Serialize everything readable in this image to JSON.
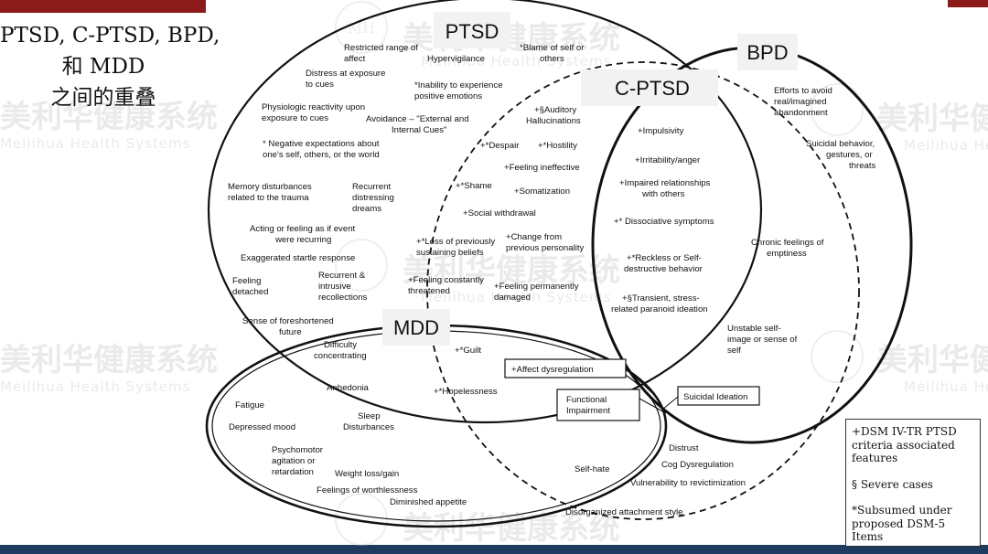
{
  "colors": {
    "top_bar": "#8b1a1a",
    "bottom_bar": "#1f3a5f",
    "watermark": "#d9d9d9",
    "ink": "#111111"
  },
  "title": {
    "line1": "PTSD, C-PTSD, BPD,",
    "line2": "和 MDD",
    "line3": "之间的重叠"
  },
  "watermark": {
    "cn": "美利华健康系统",
    "en": "Meilihua Health Systems",
    "logo": "MH"
  },
  "sets": {
    "ptsd": "PTSD",
    "cptsd": "C-PTSD",
    "bpd": "BPD",
    "mdd": "MDD"
  },
  "ptsd_only": [
    "Restricted range of",
    "affect",
    "Hypervigilance",
    "*Blame of self or",
    "others",
    "Distress at exposure",
    "to cues",
    "*Inability to experience",
    "positive emotions",
    "Physiologic reactivity upon",
    "exposure to cues",
    "Avoidance – \"External and",
    "Internal Cues\"",
    "* Negative expectations about",
    "one's self, others, or the world",
    "Memory disturbances",
    "related to the trauma",
    "Recurrent",
    "distressing",
    "dreams",
    "Acting or feeling as if event",
    "were recurring",
    "Exaggerated startle response",
    "Feeling",
    "detached",
    "Recurrent &",
    "intrusive",
    "recollections",
    "Sense of foreshortened",
    "future"
  ],
  "cptsd_ptsd": [
    "+§Auditory",
    "Hallucinations",
    "+*Despair",
    "+*Hostility",
    "+Feeling ineffective",
    "+*Shame",
    "+Somatization",
    "+Social withdrawal",
    "+*Loss of previously",
    "sustaining beliefs",
    "+Change from",
    "previous personality",
    "+Feeling constantly",
    "threatened",
    "+Feeling permanently",
    "damaged"
  ],
  "cptsd_bpd": [
    "+Impulsivity",
    "+Irritability/anger",
    "+Impaired relationships",
    "with others",
    "+* Dissociative symptoms",
    "+*Reckless or Self-",
    "destructive behavior",
    "+§Transient, stress-",
    "related paranoid ideation"
  ],
  "bpd_only": [
    "Efforts to avoid",
    "real/imagined",
    "abandonment",
    "Suicidal behavior,",
    "gestures, or",
    "threats",
    "Chronic feelings of",
    "emptiness",
    "Unstable self-",
    "image or sense of",
    "self"
  ],
  "mdd_ptsd": [
    "Difficulty",
    "concentrating",
    "Anhedonia",
    "Sleep",
    "Disturbances"
  ],
  "mdd_cptsd": [
    "+*Guilt",
    "+*Hopelessness"
  ],
  "mdd_only": [
    "Fatigue",
    "Depressed mood",
    "Psychomotor",
    "agitation or",
    "retardation",
    "Weight loss/gain",
    "Feelings of worthlessness",
    "Diminished appetite"
  ],
  "boxed": {
    "affect": "+Affect dysregulation",
    "functional1": "Functional",
    "functional2": "Impairment",
    "suicidal": "Suicidal Ideation"
  },
  "cptsd_bottom": [
    "Distrust",
    "Cog Dysregulation",
    "Self-hate",
    "Vulnerability to revictimization",
    "Disorganized attachment style"
  ],
  "legend": {
    "line1": "+DSM IV-TR PTSD",
    "line2": "criteria associated",
    "line3": "features",
    "line4": "§ Severe cases",
    "line5": "*Subsumed under",
    "line6": "proposed DSM-5 Items"
  }
}
